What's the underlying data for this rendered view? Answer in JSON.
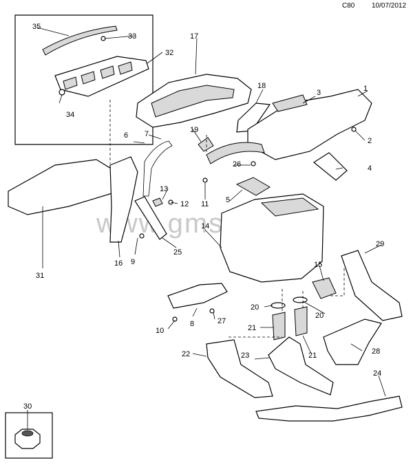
{
  "header": {
    "code": "C80",
    "date": "10/07/2012"
  },
  "watermark": "www.gmsklad.ru",
  "callouts": [
    "1",
    "2",
    "3",
    "4",
    "5",
    "6",
    "7",
    "8",
    "9",
    "10",
    "11",
    "12",
    "13",
    "14",
    "15",
    "16",
    "17",
    "18",
    "19",
    "20",
    "20",
    "21",
    "21",
    "22",
    "23",
    "24",
    "25",
    "26",
    "27",
    "28",
    "29",
    "30",
    "31",
    "32",
    "33",
    "34",
    "35"
  ]
}
